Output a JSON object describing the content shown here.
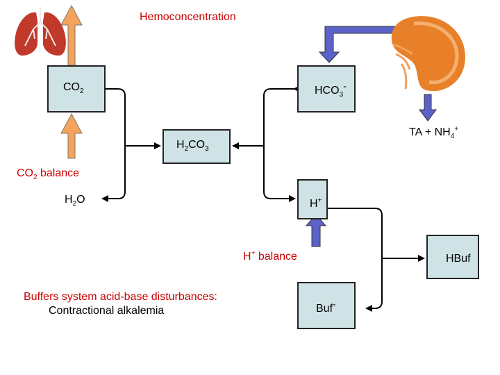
{
  "title": "Hemoconcentration",
  "nodes": {
    "co2": {
      "main": "CO",
      "sub": "2"
    },
    "hco3": {
      "main": "HCO",
      "sub": "3",
      "sup": "-"
    },
    "h2co3": {
      "p1": "H",
      "s1": "2",
      "p2": "CO",
      "s2": "3"
    },
    "h": {
      "main": "H",
      "sup": "+"
    },
    "h2o": {
      "p1": "H",
      "s1": "2",
      "p2": "O"
    },
    "hbuf": {
      "main": "HBuf"
    },
    "buf": {
      "main": "Buf",
      "sup": "-"
    }
  },
  "labels": {
    "co2_balance": {
      "p1": "CO",
      "s1": "2",
      "p2": " balance"
    },
    "h_balance": {
      "p1": "H",
      "s1": "+",
      "p2": " balance"
    },
    "ta_nh4": {
      "p1": "TA + NH",
      "s1": "4",
      "sup1": "+"
    },
    "buffers_line1": "Buffers system acid-base disturbances:",
    "buffers_line2": "Contractional alkalemia"
  },
  "icons": [
    "lungs-icon",
    "kidney-icon"
  ],
  "colors": {
    "title": "#cc0000",
    "co2_balance": "#cc0000",
    "h_balance": "#cc0000",
    "buffers_line1": "#cc0000",
    "buffers_line2": "#000000",
    "box_fill": "#cfe3e6",
    "lung_arrow": "#f5a35a",
    "kidney_arrow": "#5b63c8",
    "kidney": "#e8802a",
    "lungs": "#c0392b"
  }
}
